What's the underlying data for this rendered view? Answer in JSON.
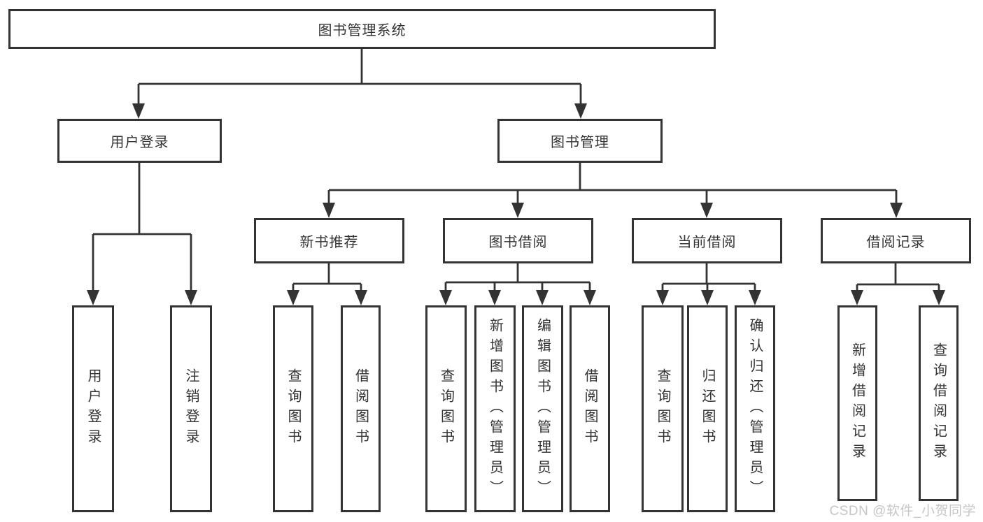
{
  "diagram_type": "hierarchy-tree",
  "colors": {
    "line": "#333333",
    "box_border": "#333333",
    "box_fill": "#ffffff",
    "text": "#333333",
    "watermark": "#c6c6c6"
  },
  "root": {
    "label": "图书管理系统",
    "children": [
      {
        "label": "用户登录",
        "children": [
          {
            "label": "用户登录"
          },
          {
            "label": "注销登录"
          }
        ]
      },
      {
        "label": "图书管理",
        "children": [
          {
            "label": "新书推荐",
            "children": [
              {
                "label": "查询图书"
              },
              {
                "label": "借阅图书"
              }
            ]
          },
          {
            "label": "图书借阅",
            "children": [
              {
                "label": "查询图书"
              },
              {
                "label": "新增图书（管理员）"
              },
              {
                "label": "编辑图书（管理员）"
              },
              {
                "label": "借阅图书"
              }
            ]
          },
          {
            "label": "当前借阅",
            "children": [
              {
                "label": "查询图书"
              },
              {
                "label": "归还图书"
              },
              {
                "label": "确认归还（管理员）"
              }
            ]
          },
          {
            "label": "借阅记录",
            "children": [
              {
                "label": "新增借阅记录"
              },
              {
                "label": "查询借阅记录"
              }
            ]
          }
        ]
      }
    ]
  },
  "watermark": "CSDN @软件_小贺同学"
}
